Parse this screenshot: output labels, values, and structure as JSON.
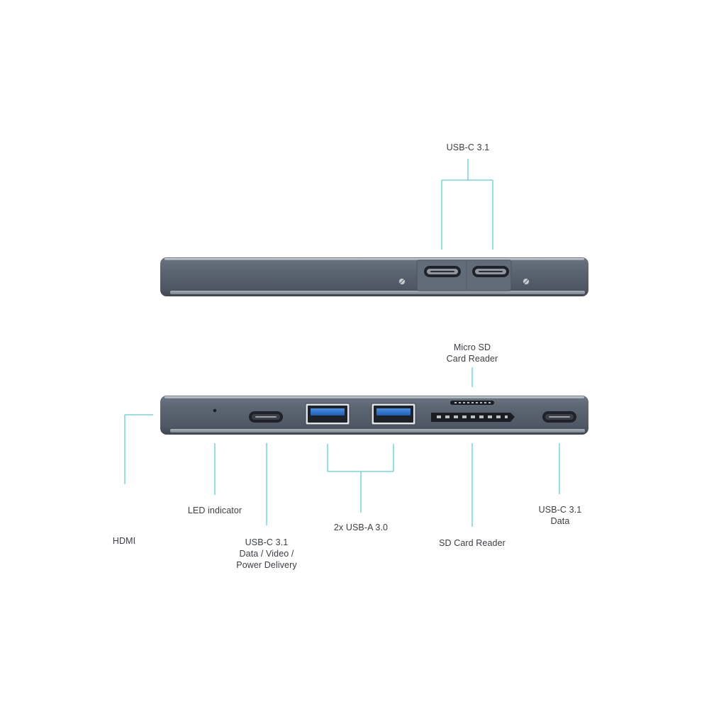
{
  "accent_color": "#5fcfd3",
  "device_color": "#5c6673",
  "top_view": {
    "label": "USB-C 3.1"
  },
  "front_view": {
    "labels": {
      "micro_sd": [
        "Micro SD",
        "Card Reader"
      ],
      "hdmi": "HDMI",
      "led": "LED indicator",
      "usbc_pd": [
        "USB-C 3.1",
        "Data / Video /",
        "Power Delivery"
      ],
      "usba": "2x USB-A 3.0",
      "sd": "SD Card Reader",
      "usbc_data": [
        "USB-C 3.1",
        "Data"
      ]
    }
  }
}
